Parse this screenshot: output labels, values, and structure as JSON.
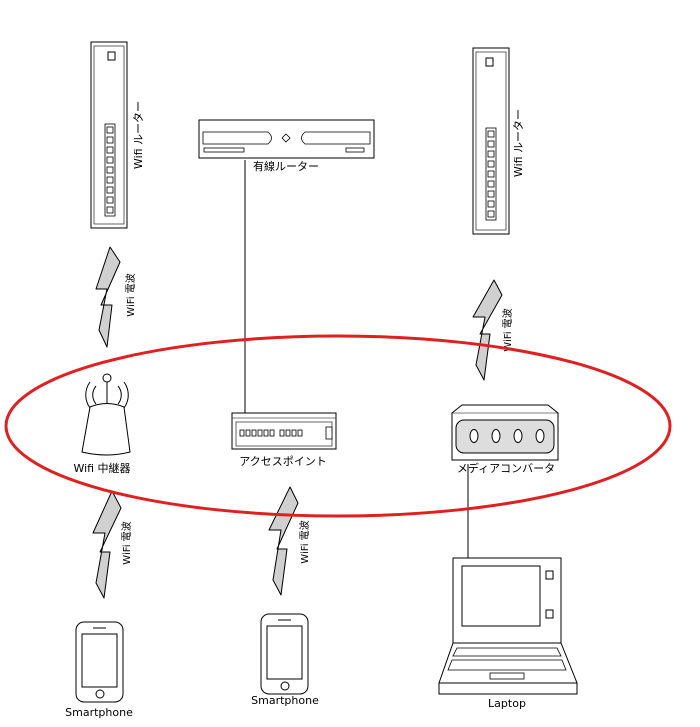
{
  "colors": {
    "line": "#000000",
    "device_fill": "#ffffff",
    "device_panel": "#dddddd",
    "bolt_fill": "#d0d0d0",
    "ellipse": "#e02020"
  },
  "devices": {
    "wifi_router_left": {
      "label": "Wifi ルーター",
      "icon": "router-tower-icon"
    },
    "wired_router": {
      "label": "有線ルーター",
      "icon": "rack-router-icon"
    },
    "wifi_router_right": {
      "label": "Wifi ルーター",
      "icon": "router-tower-icon"
    },
    "wifi_repeater": {
      "label": "Wifi 中継器",
      "icon": "wifi-repeater-icon"
    },
    "access_point": {
      "label": "アクセスポイント",
      "icon": "switch-icon"
    },
    "media_converter": {
      "label": "メディアコンバータ",
      "icon": "media-converter-icon"
    },
    "smartphone_left": {
      "label": "Smartphone",
      "icon": "smartphone-icon"
    },
    "smartphone_center": {
      "label": "Smartphone",
      "icon": "smartphone-icon"
    },
    "laptop": {
      "label": "Laptop",
      "icon": "laptop-icon"
    }
  },
  "wireless_links": [
    {
      "from": "wifi_router_left",
      "to": "wifi_repeater",
      "label": "WiFi 電波"
    },
    {
      "from": "wifi_router_right",
      "to": "media_converter",
      "label": "WiFi 電波"
    },
    {
      "from": "wifi_repeater",
      "to": "smartphone_left",
      "label": "WiFi 電波"
    },
    {
      "from": "access_point",
      "to": "smartphone_center",
      "label": "WiFi 電波"
    }
  ],
  "wired_links": [
    {
      "from": "wired_router",
      "to": "access_point"
    },
    {
      "from": "media_converter",
      "to": "laptop"
    }
  ]
}
